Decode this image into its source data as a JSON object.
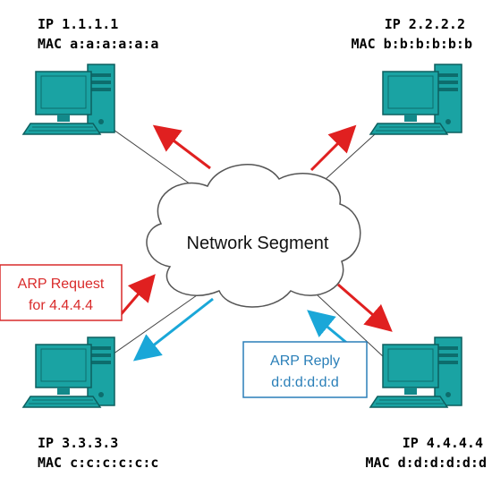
{
  "hosts": {
    "top_left": {
      "ip": "IP 1.1.1.1",
      "mac": "MAC a:a:a:a:a:a"
    },
    "top_right": {
      "ip": "IP 2.2.2.2",
      "mac": "MAC b:b:b:b:b:b"
    },
    "bottom_left": {
      "ip": "IP 3.3.3.3",
      "mac": "MAC c:c:c:c:c:c"
    },
    "bottom_right": {
      "ip": "IP 4.4.4.4",
      "mac": "MAC d:d:d:d:d:d"
    }
  },
  "cloud": {
    "label": "Network Segment"
  },
  "request_box": {
    "line1": "ARP Request",
    "line2": "for 4.4.4.4",
    "color": "#d92b2b"
  },
  "reply_box": {
    "line1": "ARP Reply",
    "line2": "d:d:d:d:d:d",
    "color": "#2a7fb8"
  },
  "colors": {
    "computer": "#1aa3a3",
    "request_arrow": "#e02020",
    "reply_arrow": "#1aa7d8"
  }
}
